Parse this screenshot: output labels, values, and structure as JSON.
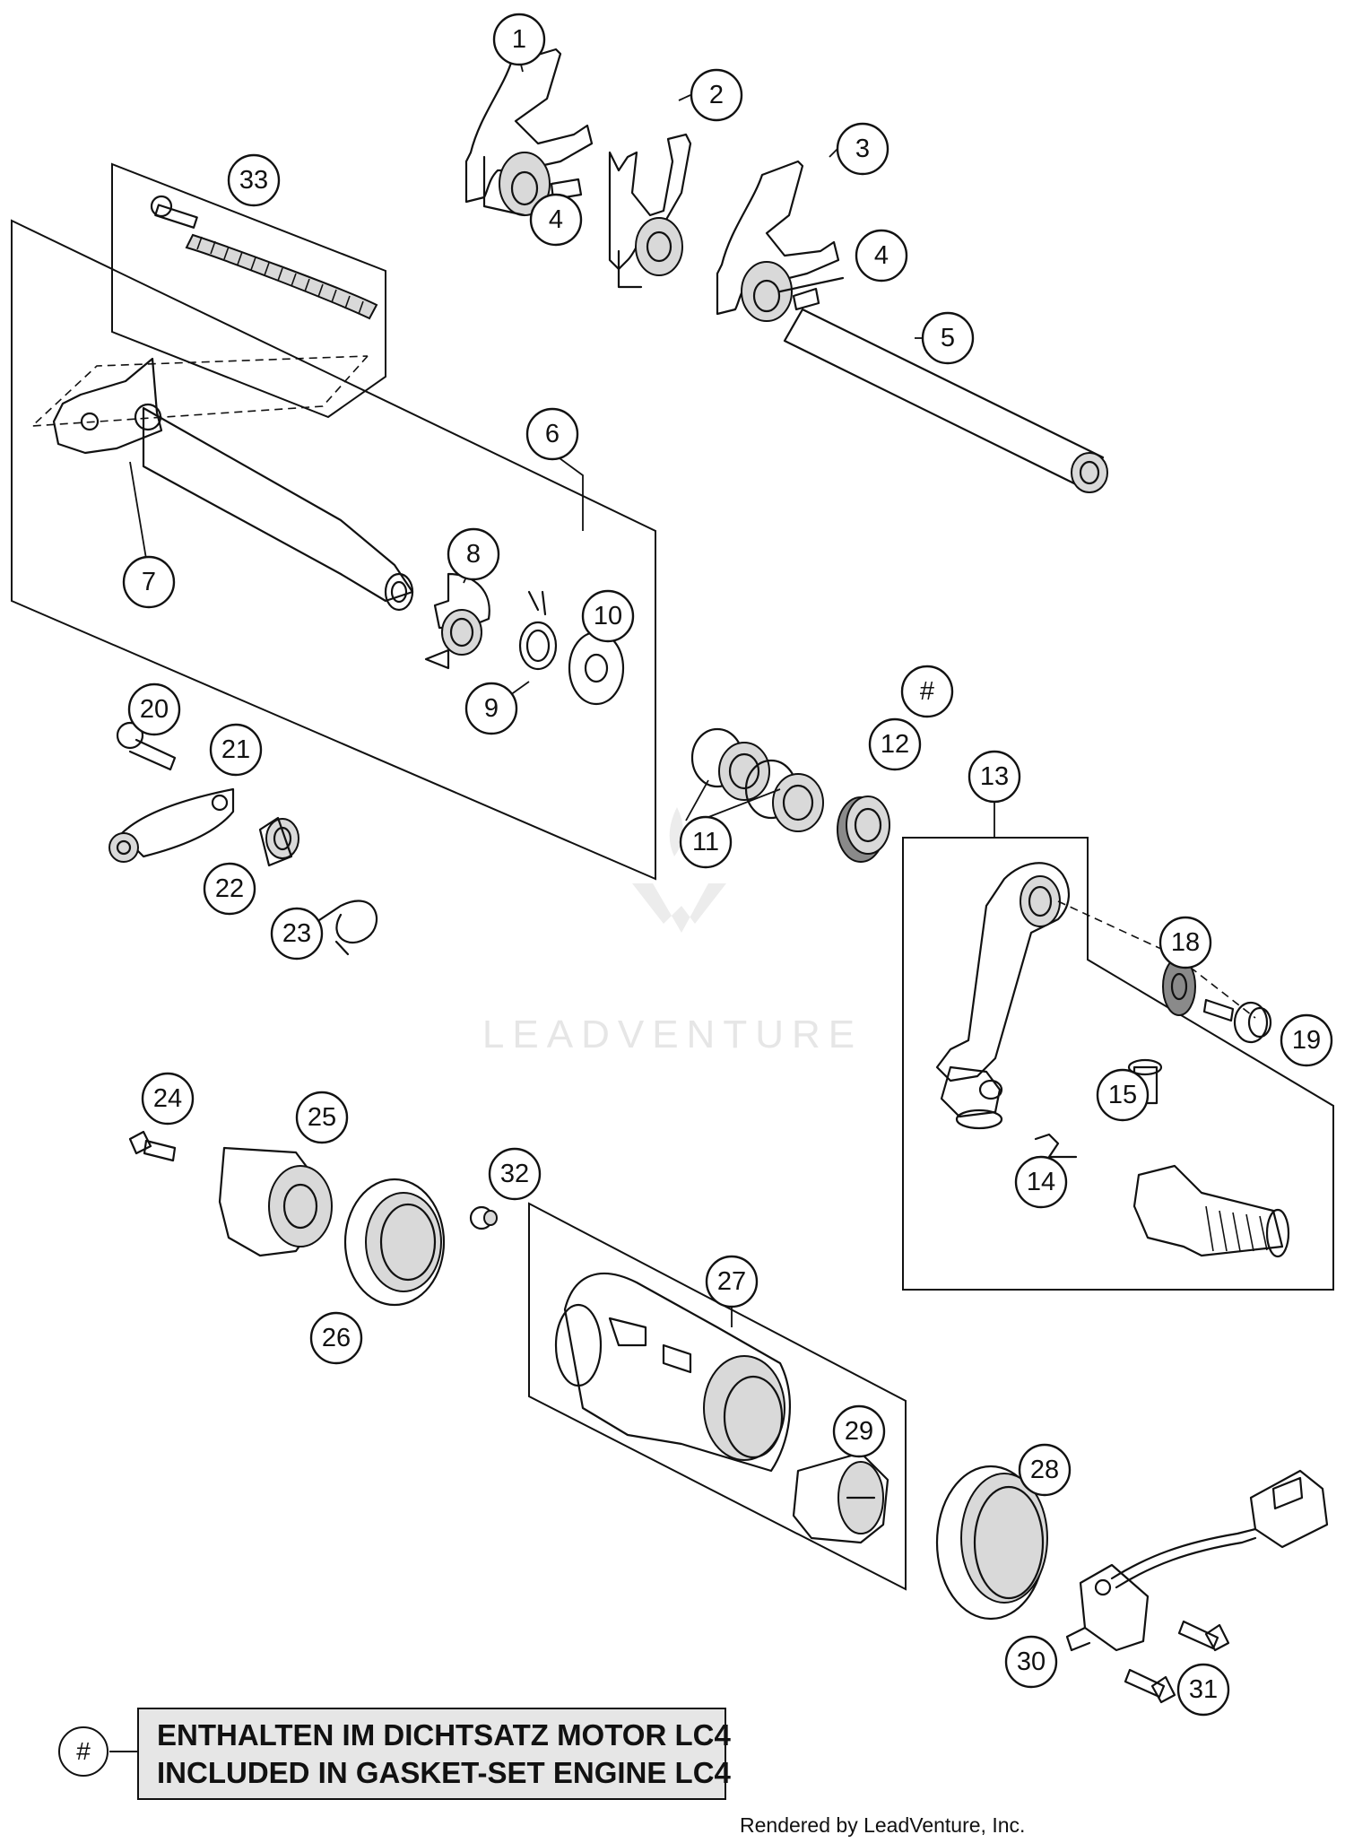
{
  "diagram": {
    "watermark": "LEADVENTURE",
    "callouts": [
      {
        "id": "c1",
        "label": "1"
      },
      {
        "id": "c2",
        "label": "2"
      },
      {
        "id": "c3",
        "label": "3"
      },
      {
        "id": "c4a",
        "label": "4"
      },
      {
        "id": "c4b",
        "label": "4"
      },
      {
        "id": "c5",
        "label": "5"
      },
      {
        "id": "c6",
        "label": "6"
      },
      {
        "id": "c7",
        "label": "7"
      },
      {
        "id": "c8",
        "label": "8"
      },
      {
        "id": "c9",
        "label": "9"
      },
      {
        "id": "c10",
        "label": "10"
      },
      {
        "id": "c11",
        "label": "11"
      },
      {
        "id": "c12",
        "label": "12"
      },
      {
        "id": "c12hash",
        "label": "#"
      },
      {
        "id": "c13",
        "label": "13"
      },
      {
        "id": "c14",
        "label": "14"
      },
      {
        "id": "c15",
        "label": "15"
      },
      {
        "id": "c18",
        "label": "18"
      },
      {
        "id": "c19",
        "label": "19"
      },
      {
        "id": "c20",
        "label": "20"
      },
      {
        "id": "c21",
        "label": "21"
      },
      {
        "id": "c22",
        "label": "22"
      },
      {
        "id": "c23",
        "label": "23"
      },
      {
        "id": "c24",
        "label": "24"
      },
      {
        "id": "c25",
        "label": "25"
      },
      {
        "id": "c26",
        "label": "26"
      },
      {
        "id": "c27",
        "label": "27"
      },
      {
        "id": "c28",
        "label": "28"
      },
      {
        "id": "c29",
        "label": "29"
      },
      {
        "id": "c30",
        "label": "30"
      },
      {
        "id": "c31",
        "label": "31"
      },
      {
        "id": "c32",
        "label": "32"
      },
      {
        "id": "c33",
        "label": "33"
      }
    ]
  },
  "note": {
    "marker": "#",
    "line1": "ENTHALTEN IM DICHTSATZ MOTOR LC4",
    "line2": "INCLUDED IN GASKET-SET ENGINE LC4"
  },
  "credit": "Rendered by LeadVenture, Inc."
}
